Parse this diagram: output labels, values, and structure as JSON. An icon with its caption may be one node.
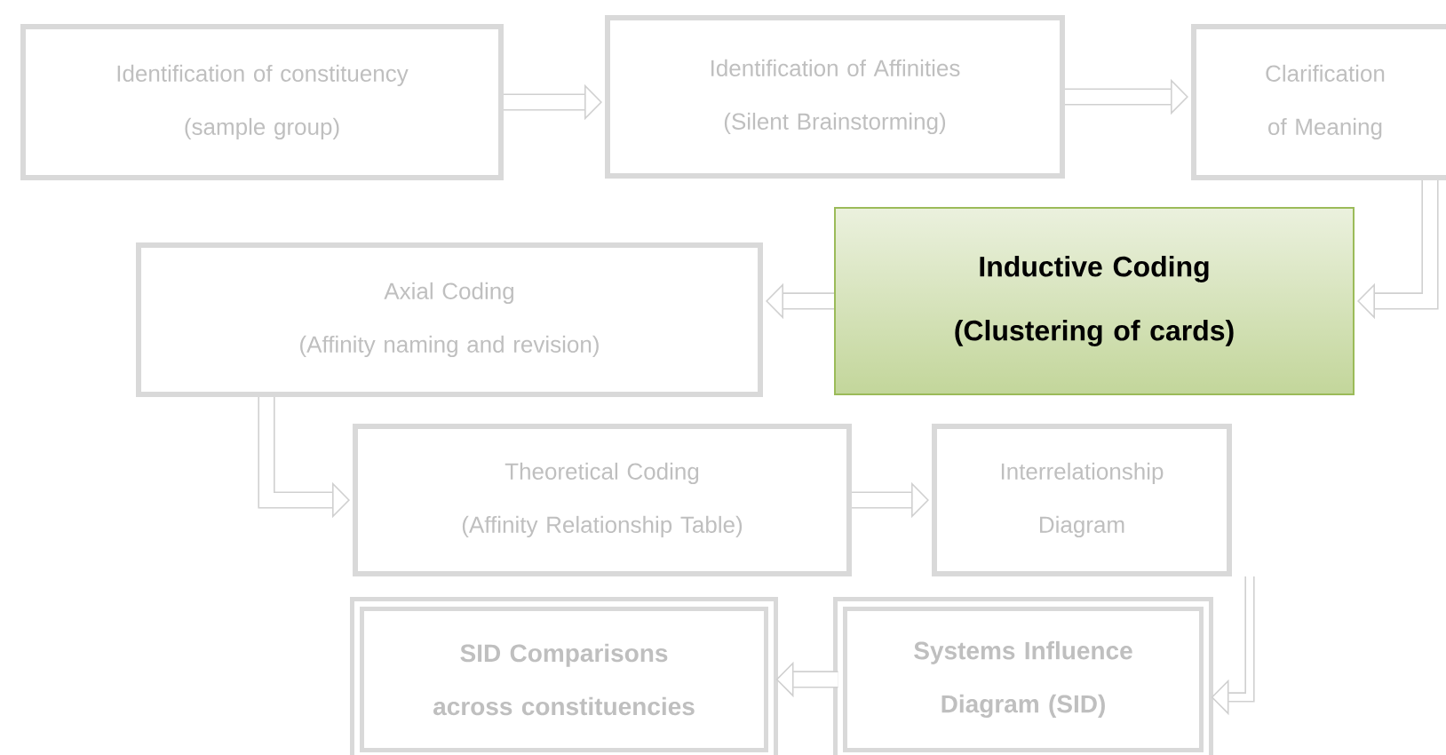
{
  "diagram": {
    "nodes": [
      {
        "text": [
          "Identification of constituency",
          "(sample group)"
        ]
      },
      {
        "text": [
          "Identification of Affinities",
          "(Silent Brainstorming)"
        ]
      },
      {
        "text": [
          "Clarification of Meaning"
        ]
      },
      {
        "text": [
          "Inductive Coding",
          "(Clustering of cards)"
        ]
      },
      {
        "text": [
          "Axial Coding",
          "(Affinity naming and revision)"
        ]
      },
      {
        "text": [
          "Theoretical Coding",
          "(Affinity Relationship Table)"
        ]
      },
      {
        "text": [
          "Interrelationship Diagram"
        ]
      },
      {
        "text": [
          "SID Comparisons across constituencies"
        ]
      },
      {
        "text": [
          "Systems Influence Diagram (SID)"
        ]
      }
    ],
    "edges": [
      {
        "from": 0,
        "to": 1,
        "arrow": "to"
      },
      {
        "from": 1,
        "to": 2,
        "arrow": "to"
      },
      {
        "from": 2,
        "to": 3,
        "arrow": "to"
      },
      {
        "from": 3,
        "to": 4,
        "arrow": "to"
      },
      {
        "from": 4,
        "to": 5,
        "arrow": "to"
      },
      {
        "from": 5,
        "to": 6,
        "arrow": "to"
      },
      {
        "from": 6,
        "to": 8,
        "arrow": "to"
      },
      {
        "from": 8,
        "to": 7,
        "arrow": "to"
      }
    ]
  }
}
